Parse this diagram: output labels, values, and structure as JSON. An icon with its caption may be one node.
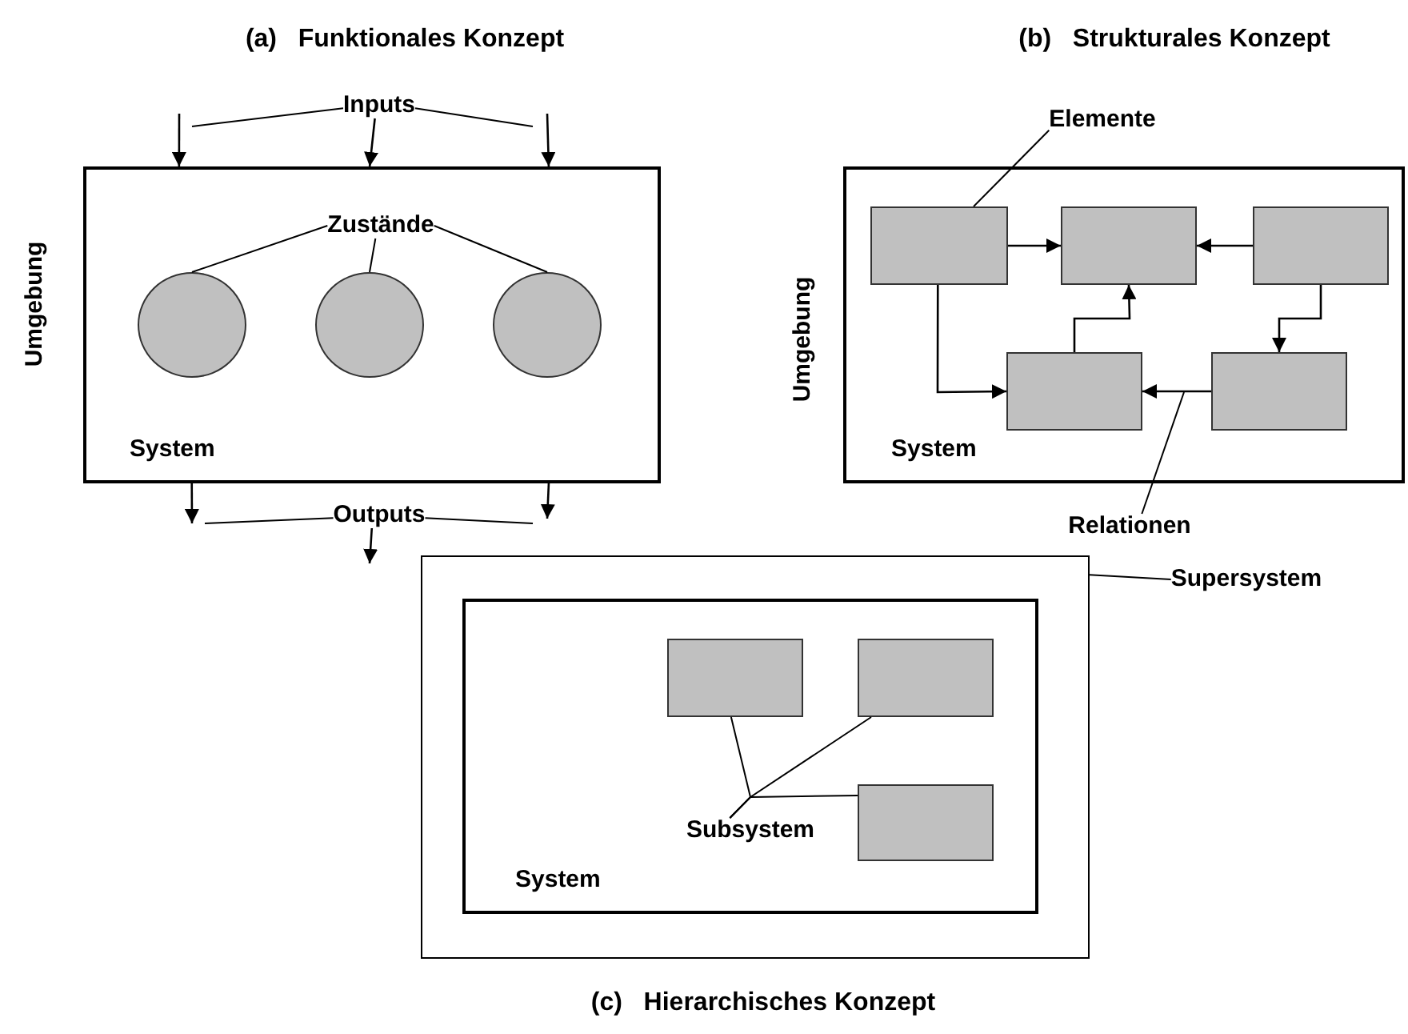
{
  "diagram": {
    "nodes": [
      {
        "text": [
          "Inputs"
        ]
      },
      {
        "text": [
          "System"
        ]
      },
      {
        "text": [
          "Zustände"
        ],
        "in": 1
      },
      {
        "text": [],
        "shape": "circle",
        "in": 1
      },
      {
        "text": [],
        "shape": "circle",
        "in": 1
      },
      {
        "text": [],
        "shape": "circle",
        "in": 1
      },
      {
        "text": [
          "Outputs"
        ]
      },
      {
        "text": [
          "Elemente"
        ]
      },
      {
        "text": [
          "System"
        ]
      },
      {
        "text": [],
        "shape": "box",
        "in": 8
      },
      {
        "text": [],
        "shape": "box",
        "in": 8
      },
      {
        "text": [],
        "shape": "box",
        "in": 8
      },
      {
        "text": [],
        "shape": "box",
        "in": 8
      },
      {
        "text": [],
        "shape": "box",
        "in": 8
      },
      {
        "text": [
          "Relationen"
        ]
      },
      {
        "text": [],
        "shape": "box"
      },
      {
        "text": [
          "Supersystem"
        ]
      },
      {
        "text": [
          "System"
        ],
        "in": 15
      },
      {
        "text": [],
        "shape": "box",
        "in": 17
      },
      {
        "text": [],
        "shape": "box",
        "in": 17
      },
      {
        "text": [],
        "shape": "box",
        "in": 17
      },
      {
        "text": [
          "Subsystem"
        ],
        "in": 17
      }
    ],
    "edges": [
      {
        "from": null,
        "to": 1,
        "arrow": "to"
      },
      {
        "from": 0,
        "to": 1,
        "arrow": "to"
      },
      {
        "from": null,
        "to": 1,
        "arrow": "to"
      },
      {
        "from": 0,
        "to": null,
        "arrow": "none"
      },
      {
        "from": 0,
        "to": null,
        "arrow": "none"
      },
      {
        "from": 2,
        "to": 3,
        "arrow": "none"
      },
      {
        "from": 2,
        "to": 4,
        "arrow": "none"
      },
      {
        "from": 2,
        "to": 5,
        "arrow": "none"
      },
      {
        "from": 1,
        "to": null,
        "arrow": "to"
      },
      {
        "from": 1,
        "to": null,
        "arrow": "to"
      },
      {
        "from": 6,
        "to": null,
        "arrow": "to"
      },
      {
        "from": 6,
        "to": null,
        "arrow": "none"
      },
      {
        "from": 6,
        "to": null,
        "arrow": "none"
      },
      {
        "from": 7,
        "to": 9,
        "arrow": "none"
      },
      {
        "from": 9,
        "to": 10,
        "arrow": "to"
      },
      {
        "from": 11,
        "to": 10,
        "arrow": "to"
      },
      {
        "from": 9,
        "to": 12,
        "arrow": "to"
      },
      {
        "from": 12,
        "to": 10,
        "arrow": "to"
      },
      {
        "from": 11,
        "to": 13,
        "arrow": "to"
      },
      {
        "from": 13,
        "to": 12,
        "arrow": "to"
      },
      {
        "from": 14,
        "to": null,
        "arrow": "none"
      },
      {
        "from": 16,
        "to": 15,
        "arrow": "none"
      },
      {
        "from": 21,
        "to": 18,
        "arrow": "none"
      },
      {
        "from": 21,
        "to": 19,
        "arrow": "none"
      },
      {
        "from": 21,
        "to": 20,
        "arrow": "none"
      }
    ],
    "labels": [
      "(a)   Funktionales Konzept",
      "(b)   Strukturales Konzept",
      "Umgebung",
      "Umgebung",
      "(c)   Hierarchisches Konzept"
    ]
  }
}
